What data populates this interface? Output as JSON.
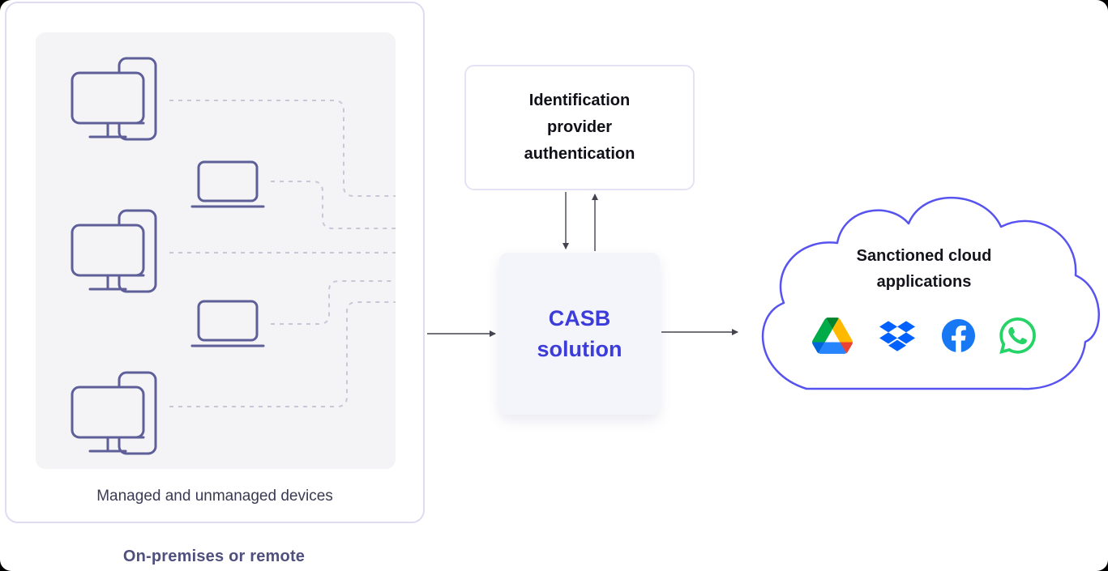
{
  "devices_card": {
    "label": "Managed and unmanaged devices",
    "caption": "On-premises or remote",
    "device_icons": [
      "desktop",
      "laptop",
      "desktop",
      "laptop",
      "desktop"
    ]
  },
  "idp_box": {
    "lines": [
      "Identification",
      "provider",
      "authentication"
    ]
  },
  "casb_box": {
    "lines": [
      "CASB",
      "solution"
    ]
  },
  "cloud": {
    "lines": [
      "Sanctioned cloud",
      "applications"
    ],
    "app_icons": [
      "google-drive-icon",
      "dropbox-icon",
      "facebook-icon",
      "whatsapp-icon"
    ]
  },
  "colors": {
    "device_outline": "#5e5e99",
    "card_border": "#dddcf3",
    "panel_bg": "#f4f4f7",
    "dashed_line": "#c7c7d6",
    "label_text": "#3a3a52",
    "caption_text": "#50507e",
    "idp_text": "#101018",
    "casb_bg": "#f4f4fb",
    "casb_text": "#3c3cdb",
    "cloud_outline": "#5753f0",
    "arrow": "#43434f",
    "google_drive_green": "#00ac47",
    "dropbox_blue": "#0061ff",
    "facebook_blue": "#1877f2",
    "whatsapp_green": "#25d366"
  }
}
